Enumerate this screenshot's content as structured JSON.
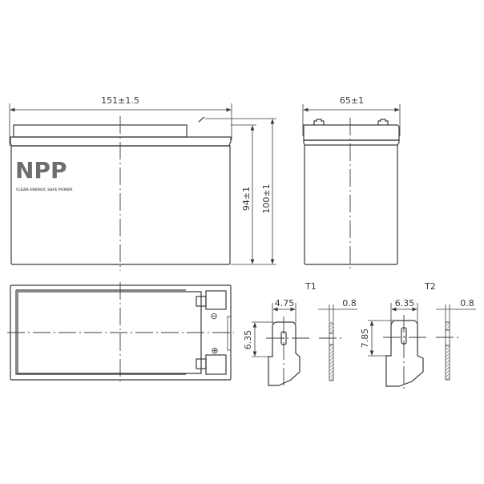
{
  "brand": {
    "logo": "NPP",
    "tagline": "CLEAN ENERGY, SAFE POWER"
  },
  "front_view": {
    "length_dim": "151±1.5",
    "height_dim_body": "94±1",
    "height_dim_total": "100±1"
  },
  "side_view": {
    "width_dim": "65±1"
  },
  "top_view": {
    "negative_symbol": "⊖",
    "positive_symbol": "⊕"
  },
  "terminals": [
    {
      "label": "T1",
      "width_dim": "4.75",
      "thickness_dim": "0.8",
      "height_dim": "6.35"
    },
    {
      "label": "T2",
      "width_dim": "6.35",
      "thickness_dim": "0.8",
      "height_dim": "7.85"
    }
  ]
}
